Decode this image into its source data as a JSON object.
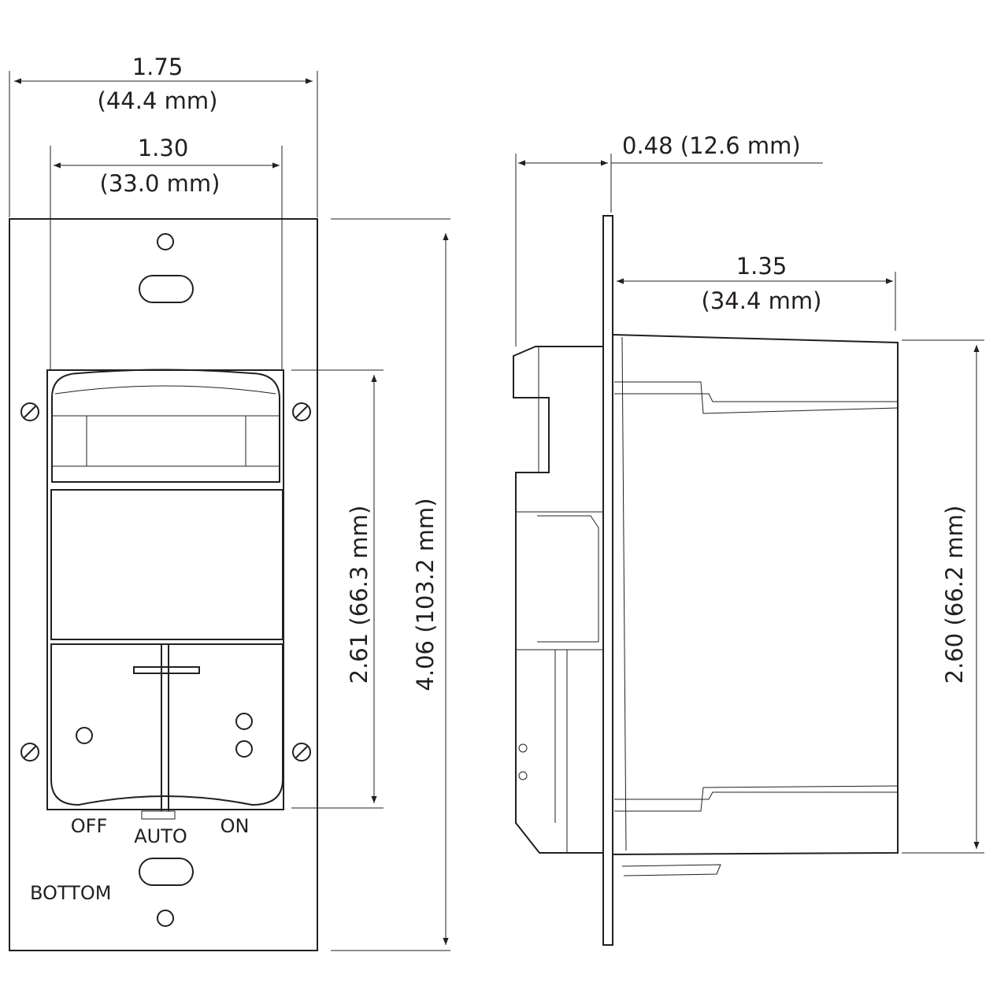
{
  "front_view": {
    "width_overall": {
      "value": "1.75",
      "metric": "(44.4 mm)"
    },
    "width_sensor": {
      "value": "1.30",
      "metric": "(33.0 mm)"
    },
    "height_sensor": "2.61 (66.3 mm)",
    "height_overall": "4.06 (103.2 mm)",
    "switch_labels": {
      "off": "OFF",
      "auto": "AUTO",
      "on": "ON"
    },
    "orientation_label": "BOTTOM"
  },
  "side_view": {
    "depth_front": "0.48 (12.6 mm)",
    "depth_back": {
      "value": "1.35",
      "metric": "(34.4 mm)"
    },
    "height_body": "2.60 (66.2 mm)"
  },
  "colors": {
    "line": "#231f20",
    "background": "#ffffff"
  }
}
